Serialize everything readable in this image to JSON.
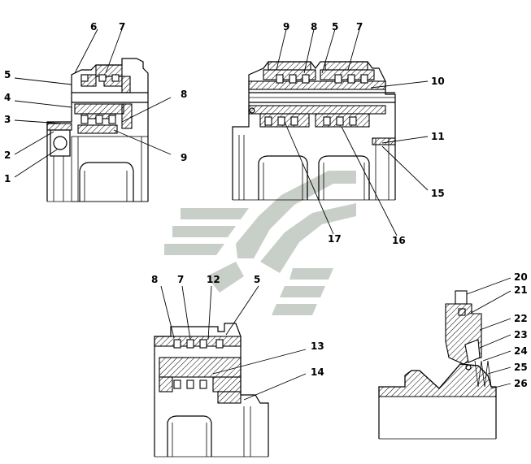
{
  "labels": {
    "v1": [
      "6",
      "7",
      "5",
      "8",
      "4",
      "3",
      "9",
      "2",
      "1"
    ],
    "v2": [
      "9",
      "8",
      "5",
      "7",
      "10",
      "11",
      "15",
      "17",
      "16"
    ],
    "v3": [
      "8",
      "7",
      "12",
      "5",
      "13",
      "14"
    ],
    "v4": [
      "20",
      "21",
      "22",
      "23",
      "24",
      "25",
      "26"
    ]
  },
  "watermark": {
    "color": "#9aa79a"
  }
}
